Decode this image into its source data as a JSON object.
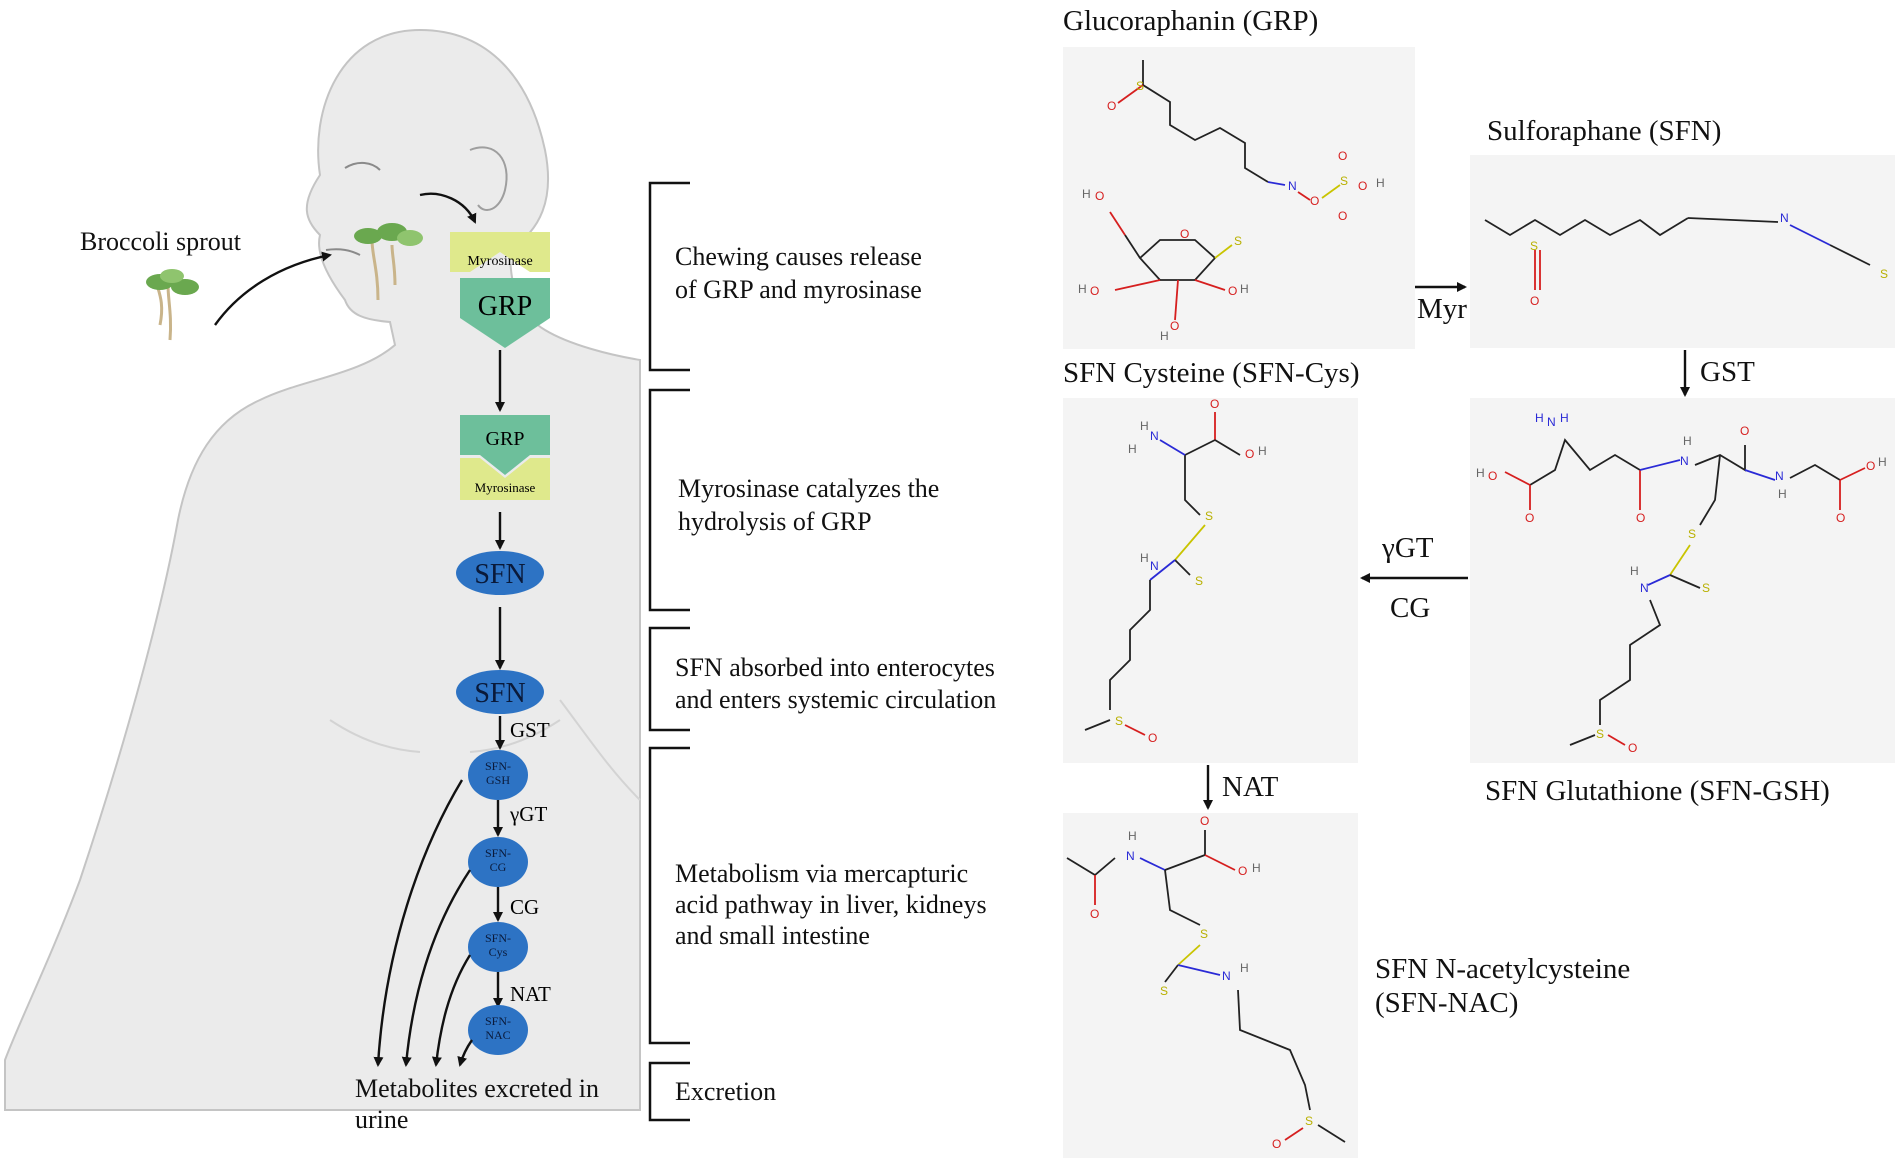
{
  "left": {
    "broccoli_label": "Broccoli sprout",
    "myrosinase_top": "Myrosinase",
    "grp_top": "GRP",
    "grp_mid": "GRP",
    "myrosinase_mid": "Myrosinase",
    "sfn_1": "SFN",
    "sfn_2": "SFN",
    "gst": "GST",
    "sfn_gsh": "SFN-\nGSH",
    "ygt": "γGT",
    "sfn_cg": "SFN-\nCG",
    "cg": "CG",
    "sfn_cys": "SFN-\nCys",
    "nat": "NAT",
    "sfn_nac": "SFN-\nNAC",
    "excreted_line1": "Metabolites excreted in",
    "excreted_line2": "urine"
  },
  "stages": [
    {
      "line1": "Chewing causes release",
      "line2": "of GRP and myrosinase",
      "line3": ""
    },
    {
      "line1": "Myrosinase catalyzes the",
      "line2": "hydrolysis of GRP",
      "line3": ""
    },
    {
      "line1": "SFN absorbed into enterocytes",
      "line2": "and enters systemic circulation",
      "line3": ""
    },
    {
      "line1": "Metabolism via mercapturic",
      "line2": "acid pathway in liver, kidneys",
      "line3": "and small intestine"
    },
    {
      "line1": "Excretion",
      "line2": "",
      "line3": ""
    }
  ],
  "right": {
    "grp_title": "Glucoraphanin (GRP)",
    "sfn_title": "Sulforaphane (SFN)",
    "sfn_cys_title": "SFN Cysteine (SFN-Cys)",
    "sfn_gsh_title": "SFN Glutathione (SFN-GSH)",
    "sfn_nac_title_1": "SFN N-acetylcysteine",
    "sfn_nac_title_2": "(SFN-NAC)",
    "myr": "Myr",
    "gst": "GST",
    "ygt": "γGT",
    "cg": "CG",
    "nat": "NAT"
  },
  "colors": {
    "body": "#ebebeb",
    "body_outline": "#bdbdbd",
    "grp_green": "#6dbf9b",
    "myrosinase_yellow": "#dfe98c",
    "sfn_blue": "#2d73c4",
    "panel": "#f4f4f4"
  }
}
